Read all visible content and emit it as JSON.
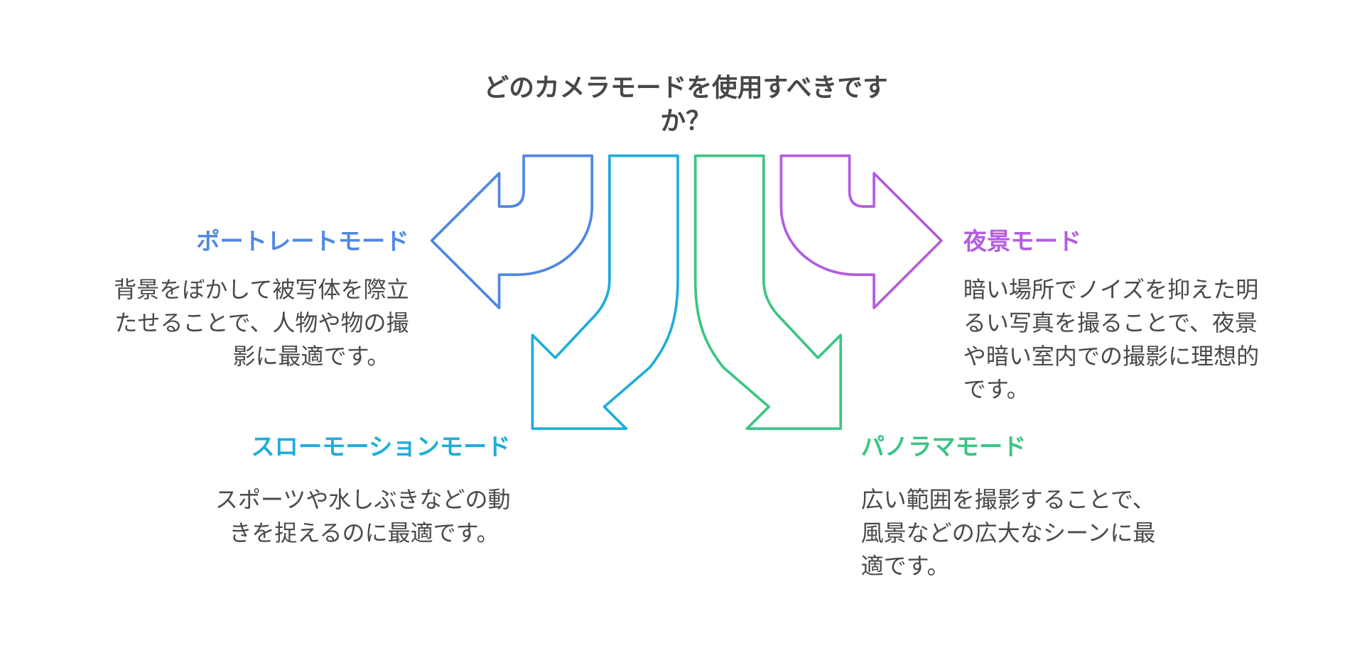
{
  "title": [
    "どのカメラモードを使用すべきです",
    "か？"
  ],
  "colors": {
    "portrait": "#4F88E3",
    "slowmo": "#1FADDB",
    "panorama": "#3CC583",
    "night": "#B45CE0"
  },
  "options": {
    "portrait": {
      "title": "ポートレートモード",
      "desc": [
        "背景をぼかして被写体を際立",
        "たせることで、人物や物の撮",
        "影に最適です。"
      ]
    },
    "slowmo": {
      "title": "スローモーションモード",
      "desc": [
        "スポーツや水しぶきなどの動",
        "きを捉えるのに最適です。"
      ]
    },
    "panorama": {
      "title": "パノラマモード",
      "desc": [
        "広い範囲を撮影することで、",
        "風景などの広大なシーンに最",
        "適です。"
      ]
    },
    "night": {
      "title": "夜景モード",
      "desc": [
        "暗い場所でノイズを抑えた明",
        "るい写真を撮ることで、夜景",
        "や暗い室内での撮影に理想的",
        "です。"
      ]
    }
  }
}
